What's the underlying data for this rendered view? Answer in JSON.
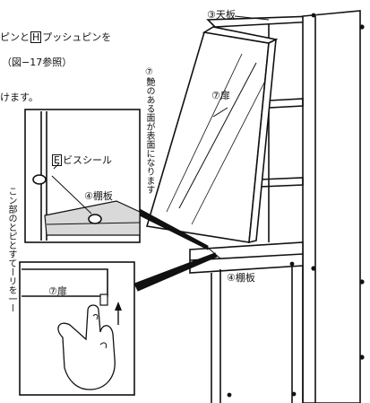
{
  "instructions": {
    "line1_prefix": "ピンと",
    "line1_boxed": "H",
    "line1_suffix": "プッシュピンを",
    "line2": "（図−17参照）",
    "line3": "けます。",
    "left_column_chars": [
      "こ",
      "ン",
      "部",
      "の",
      "と",
      "ピ",
      "と",
      "す",
      "て",
      "ー",
      "リ",
      "を",
      "一",
      "ー"
    ]
  },
  "labels": {
    "top_panel": "③天板",
    "door_main": "⑦扉",
    "door_inset": "⑦扉",
    "shelf_main": "④棚板",
    "shelf_inset": "④棚板",
    "screw_seal_letter": "E",
    "screw_seal_text": "ビスシール",
    "vertical_note_num": "⑦",
    "vertical_note": "艶のある面が表面になります"
  },
  "colors": {
    "ink": "#111111",
    "paper": "#ffffff",
    "shade": "#d9d9d9"
  }
}
